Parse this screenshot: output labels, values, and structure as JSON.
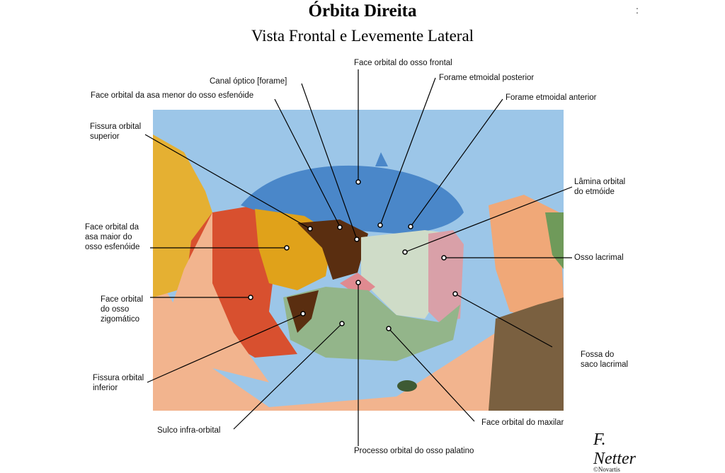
{
  "title": "Órbita Direita",
  "subtitle": "Vista Frontal e Levemente Lateral",
  "stray_mark": ":",
  "labels": {
    "face_orbital_frontal": "Face orbital do osso frontal",
    "forame_etmoidal_posterior": "Forame etmoidal posterior",
    "canal_optico": "Canal óptico [forame]",
    "face_orbital_asa_menor": "Face orbital da asa menor do osso esfenóide",
    "forame_etmoidal_anterior": "Forame etmoidal anterior",
    "fissura_orbital_superior": "Fissura orbital\nsuperior",
    "lamina_orbital_etmoide": "Lâmina orbital\ndo etmóide",
    "face_orbital_asa_maior": "Face orbital da\nasa maior do\nosso esfenóide",
    "osso_lacrimal": "Osso lacrimal",
    "face_orbital_zigomatico": "Face orbital\ndo osso\nzigomático",
    "fossa_saco_lacrimal": "Fossa do\nsaco lacrimal",
    "fissura_orbital_inferior": "Fissura orbital\ninferior",
    "sulco_infra_orbital": "Sulco infra-orbital",
    "face_orbital_maxilar": "Face orbital do maxilar",
    "processo_orbital_palatino": "Processo orbital do osso palatino"
  },
  "signature": {
    "mark": "F. Netter",
    "copyright": "©Novartis"
  },
  "colors": {
    "frontal": "#4a87c9",
    "sky": "#9cc6e8",
    "sphenoid_greater": "#e0a21a",
    "zygomatic": "#e07a4a",
    "zygomatic_dark": "#c8462c",
    "maxilla": "#93b58a",
    "ethmoid": "#cfdcc8",
    "lacrimal": "#d9a0a8",
    "palatine": "#e08a90",
    "fissure": "#5a2e10",
    "nasal": "#f0a878"
  }
}
